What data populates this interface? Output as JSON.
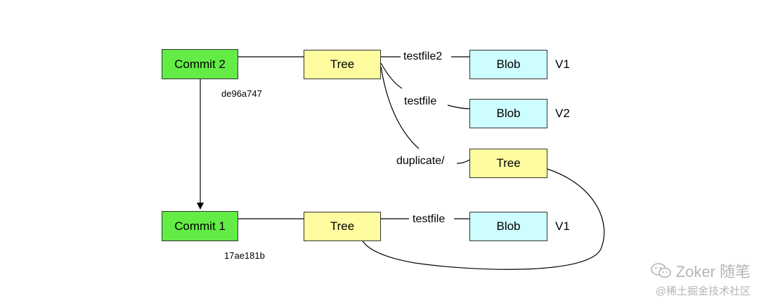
{
  "commits": [
    {
      "label": "Commit 2",
      "hash": "de96a747"
    },
    {
      "label": "Commit 1",
      "hash": "17ae181b"
    }
  ],
  "trees": [
    {
      "label": "Tree"
    },
    {
      "label": "Tree"
    },
    {
      "label": "Tree"
    }
  ],
  "blobs": [
    {
      "label": "Blob",
      "version": "V1"
    },
    {
      "label": "Blob",
      "version": "V2"
    },
    {
      "label": "Blob",
      "version": "V1"
    }
  ],
  "edge_labels": {
    "testfile2": "testfile2",
    "testfile_top": "testfile",
    "duplicate": "duplicate/",
    "testfile_bottom": "testfile"
  },
  "watermark": {
    "title": "Zoker 随笔",
    "subtitle": "@稀土掘金技术社区"
  },
  "colors": {
    "commit": "#62ec45",
    "tree": "#fdfd9f",
    "blob": "#cdfdfe"
  }
}
